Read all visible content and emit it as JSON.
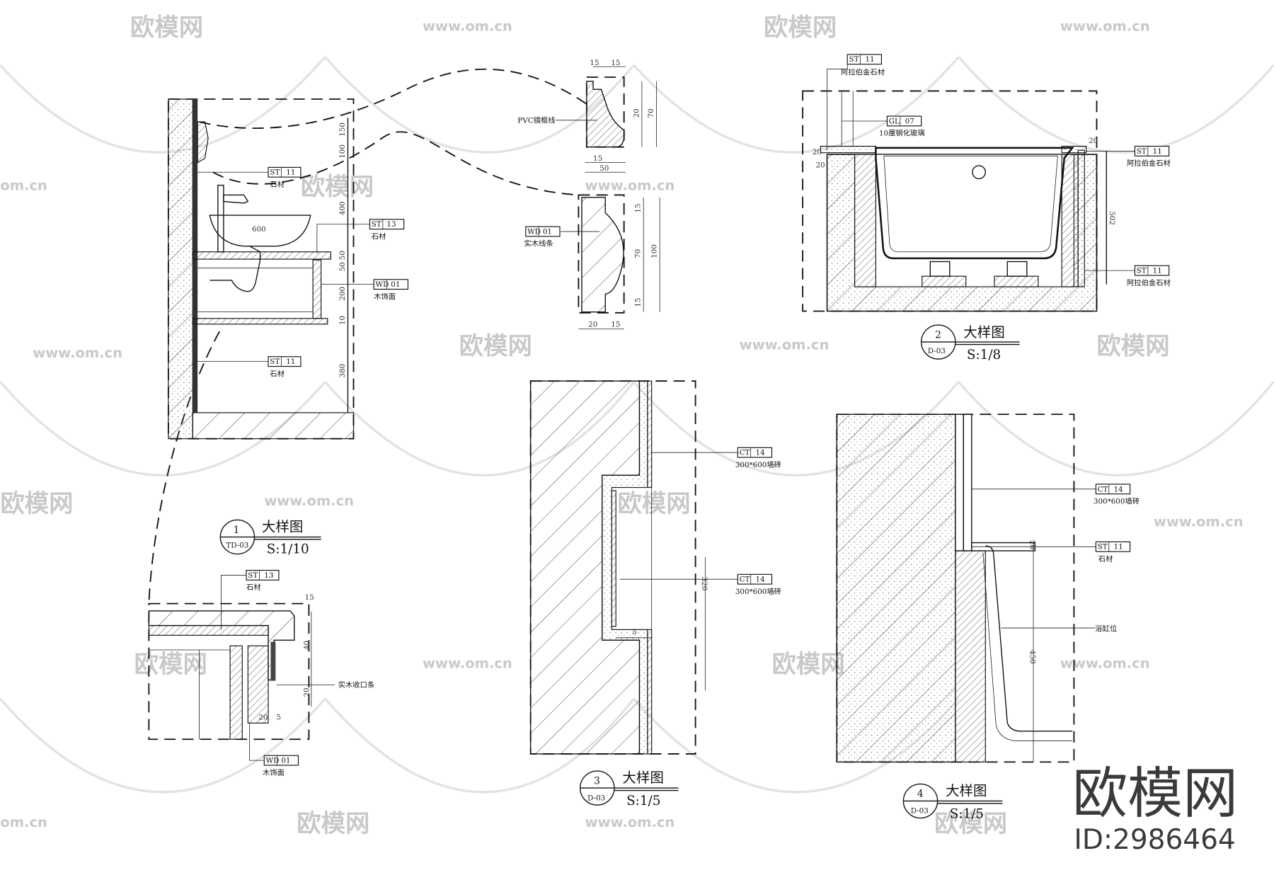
{
  "watermark": {
    "brand": "欧模网",
    "id": "ID:2986464",
    "url": "www.om.cn",
    "url_short": "om.cn"
  },
  "details": [
    {
      "num": "1",
      "sheet": "TD-03",
      "title": "大样图",
      "scale": "S:1/10"
    },
    {
      "num": "2",
      "sheet": "D-03",
      "title": "大样图",
      "scale": "S:1/8"
    },
    {
      "num": "3",
      "sheet": "D-03",
      "title": "大样图",
      "scale": "S:1/5"
    },
    {
      "num": "4",
      "sheet": "D-03",
      "title": "大样图",
      "scale": "S:1/5"
    }
  ],
  "vanity": {
    "tags": [
      {
        "code": "ST",
        "num": "11",
        "desc": "石材"
      },
      {
        "code": "ST",
        "num": "13",
        "desc": "石材"
      },
      {
        "code": "WD",
        "num": "01",
        "desc": "木饰面"
      },
      {
        "code": "ST",
        "num": "11",
        "desc": "石材"
      }
    ],
    "dims": [
      "150",
      "100",
      "400",
      "50",
      "50",
      "200",
      "10",
      "380",
      "600"
    ]
  },
  "moldings": {
    "pvc_label": "PVC镜框线",
    "pvc_dims": [
      "15",
      "15",
      "50",
      "70",
      "15",
      "20"
    ],
    "wood_tag": {
      "code": "WD",
      "num": "01",
      "desc": "实木线条"
    },
    "wood_dims": [
      "15",
      "70",
      "15",
      "100",
      "20",
      "15"
    ]
  },
  "counter_detail": {
    "tag_top": {
      "code": "ST",
      "num": "13",
      "desc": "石材"
    },
    "edge_label": "实木收口条",
    "tag_bottom": {
      "code": "WD",
      "num": "01",
      "desc": "木饰面"
    },
    "dims": [
      "20",
      "15",
      "40",
      "20",
      "5"
    ]
  },
  "bathtub": {
    "tags": [
      {
        "code": "ST",
        "num": "11",
        "desc": "阿拉伯金石材"
      },
      {
        "code": "GL",
        "num": "07",
        "desc": "10厘钢化玻璃"
      },
      {
        "code": "ST",
        "num": "11",
        "desc": "阿拉伯金石材"
      },
      {
        "code": "ST",
        "num": "11",
        "desc": "阿拉伯金石材"
      }
    ],
    "dims": [
      "502",
      "20",
      "20",
      "20"
    ]
  },
  "niche": {
    "tags": [
      {
        "code": "CT",
        "num": "14",
        "desc": "300*600墙砖"
      },
      {
        "code": "CT",
        "num": "14",
        "desc": "300*600墙砖"
      }
    ],
    "dims": [
      "320",
      "5"
    ]
  },
  "tub_edge": {
    "tags": [
      {
        "code": "CT",
        "num": "14",
        "desc": "300*600墙砖"
      },
      {
        "code": "ST",
        "num": "11",
        "desc": "石材"
      }
    ],
    "tub_label": "浴缸位",
    "dims": [
      "20",
      "450"
    ]
  }
}
